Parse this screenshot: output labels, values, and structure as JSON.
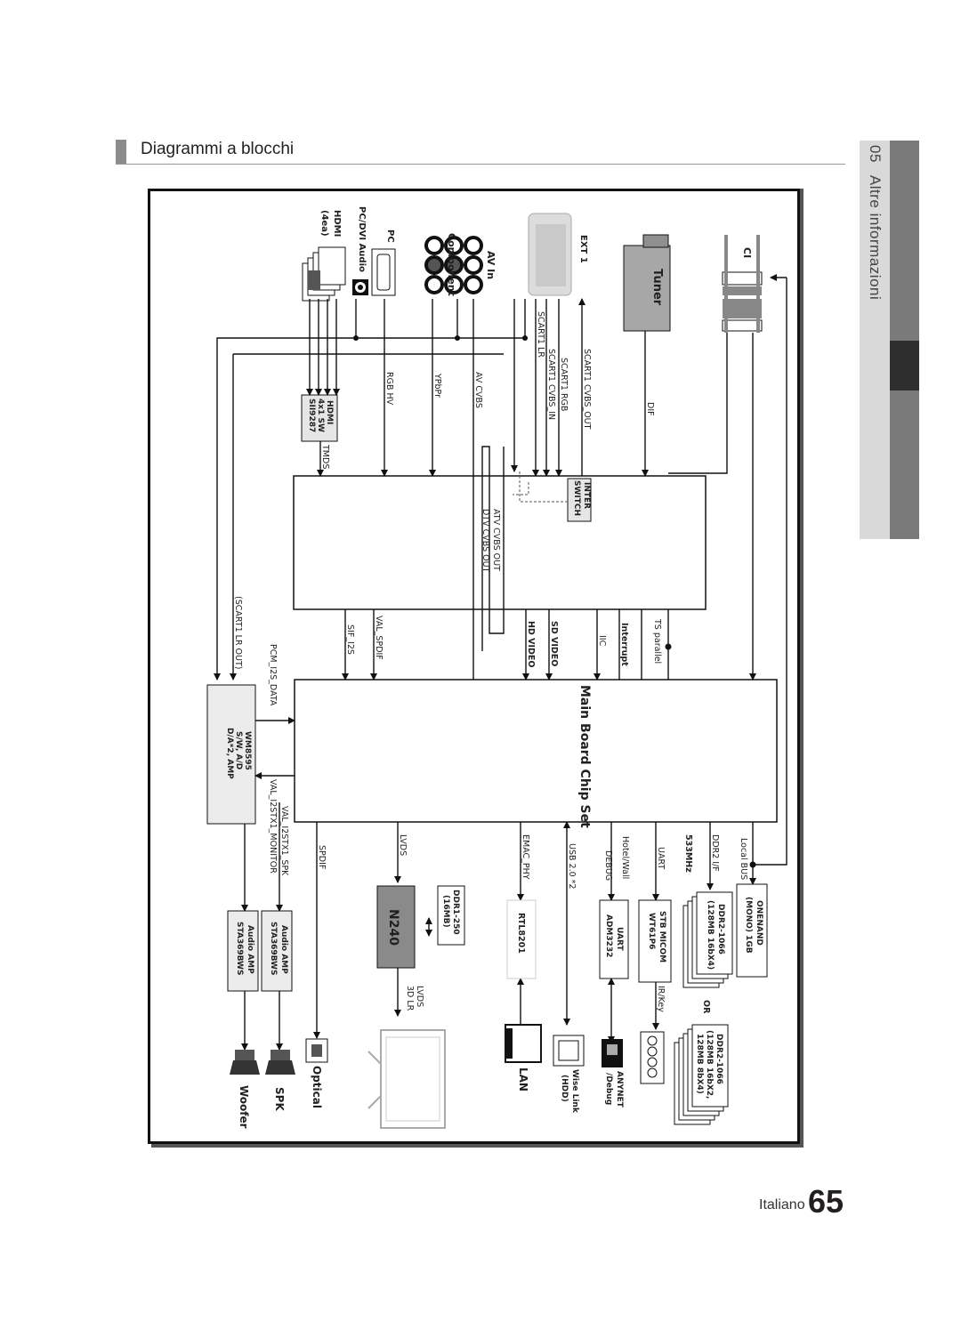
{
  "side_tab": {
    "chapter_number": "05",
    "chapter_title": "Altre informazioni"
  },
  "section": {
    "title": "Diagrammi a blocchi"
  },
  "footer": {
    "language": "Italiano",
    "page_number": "65"
  },
  "diagram": {
    "inputs": {
      "ci": "CI",
      "tuner": "Tuner",
      "ext1": "EXT 1",
      "av_in": "AV In",
      "component": "Component",
      "pc": "PC",
      "pc_dvi_audio": "PC/DVI Audio",
      "hdmi": "HDMI",
      "hdmi_count": "(4ea)"
    },
    "signals": {
      "dif": "DIF",
      "scart1_cvbs_out": "SCART1 CVBS_OUT",
      "scart1_rgb": "SCART1 RGB",
      "scart1_cvbs_in": "SCART1 CVBS_IN",
      "scart1_lr": "SCART1 LR",
      "av_cvbs": "AV CVBS",
      "ypbpr": "YPbPr",
      "rgb_hv": "RGB HV",
      "tmds": "TMDS",
      "atv_cvbs_out": "ATV CVBS OUT",
      "dtv_cvbs_out": "DTV CVBS OUT",
      "ts_parallel": "TS parallel",
      "interrupt": "Interrupt",
      "iic": "IIC",
      "sd_video": "SD VIDEO",
      "hd_video": "HD VIDEO",
      "val_spdif": "VAL_SPDIF",
      "sif_i2s": "SIF_I2S",
      "pcm_i2s_data": "PCM_I2S_DATA",
      "scart1_lr_out": "(SCART1 LR OUT)",
      "local_bus": "Local BUS",
      "ddr2_if": "DDR2 I/F",
      "ddr_clock": "533MHz",
      "uart": "UART",
      "hotel_wall": "Hotel/Wall",
      "debug": "DEBUG",
      "usb": "USB 2.0 *2",
      "emac_phy": "EMAC_PHY",
      "lvds": "LVDS",
      "spdif": "SPDIF",
      "val_i2stx1_spk": "VAL_I2STX1_SPK",
      "val_i2stx1_monitor": "VAL_I2STX1_MONITOR",
      "ir_key": "IR/Key",
      "lvds_out": "LVDS",
      "lvds_out_sub": "3D LR",
      "or": "OR"
    },
    "blocks": {
      "inter_switch_1": "INTER",
      "inter_switch_2": "SWITCH",
      "hdmi_sw_1": "HDMI",
      "hdmi_sw_2": "4x1 SW",
      "hdmi_sw_3": "SII9287",
      "main_chip": "Main Board Chip Set",
      "onenand_1": "ONENAND",
      "onenand_2": "(MONO) 1GB",
      "ddr2_a_1": "DDR2-1066",
      "ddr2_a_2": "(128MB 16bX4)",
      "ddr2_b_1": "DDR2-1066",
      "ddr2_b_2": "(128MB 16bX2,",
      "ddr2_b_3": "128MB 8bX4)",
      "stb_micom_1": "STB MICOM",
      "stb_micom_2": "WT61P6",
      "uart_chip_1": "UART",
      "uart_chip_2": "ADM3232",
      "rtl": "RTL8201",
      "ddr1_1": "DDR1-250",
      "ddr1_2": "(16MB)",
      "n240": "N240",
      "audio_amp1_1": "Audio AMP",
      "audio_amp1_2": "STA369BWS",
      "audio_amp2_1": "Audio AMP",
      "audio_amp2_2": "STA369BWS",
      "wm_1": "WM8595",
      "wm_2": "S/W, A/D",
      "wm_3": "D/A*2, AMP"
    },
    "outputs": {
      "anynet_1": "ANYNET",
      "anynet_2": "/Debug",
      "wiselink_1": "Wise Link",
      "wiselink_2": "(HDD)",
      "lan": "LAN",
      "optical": "Optical",
      "spk": "SPK",
      "woofer": "Woofer"
    }
  }
}
